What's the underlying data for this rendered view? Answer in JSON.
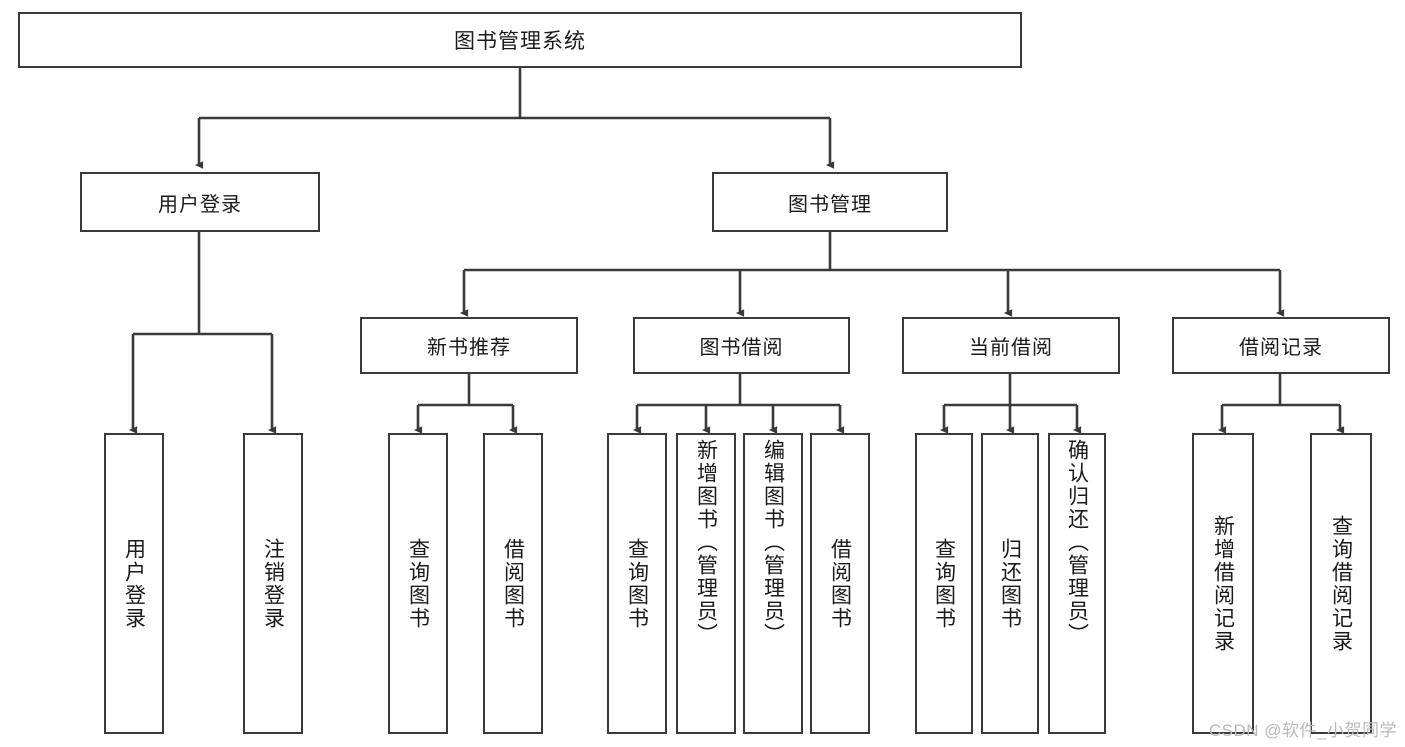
{
  "diagram": {
    "title": "图书管理系统",
    "type": "hierarchy-tree",
    "watermark": "CSDN @软件_小贺同学",
    "colors": {
      "stroke": "#3a3a3a",
      "fill": "#ffffff",
      "text": "#1a1a1a",
      "watermark": "#b9b9b9"
    },
    "root": {
      "label": "图书管理系统"
    },
    "level1": [
      {
        "label": "用户登录"
      },
      {
        "label": "图书管理"
      }
    ],
    "level2": [
      {
        "label": "新书推荐"
      },
      {
        "label": "图书借阅"
      },
      {
        "label": "当前借阅"
      },
      {
        "label": "借阅记录"
      }
    ],
    "leaves": {
      "user_login": [
        {
          "label": "用户登录"
        },
        {
          "label": "注销登录"
        }
      ],
      "new_book": [
        {
          "label": "查询图书"
        },
        {
          "label": "借阅图书"
        }
      ],
      "book_borrow": [
        {
          "label": "查询图书"
        },
        {
          "label": "新增图书（管理员）"
        },
        {
          "label": "编辑图书（管理员）"
        },
        {
          "label": "借阅图书"
        }
      ],
      "current_borrow": [
        {
          "label": "查询图书"
        },
        {
          "label": "归还图书"
        },
        {
          "label": "确认归还（管理员）"
        }
      ],
      "borrow_record": [
        {
          "label": "新增借阅记录"
        },
        {
          "label": "查询借阅记录"
        }
      ]
    }
  }
}
